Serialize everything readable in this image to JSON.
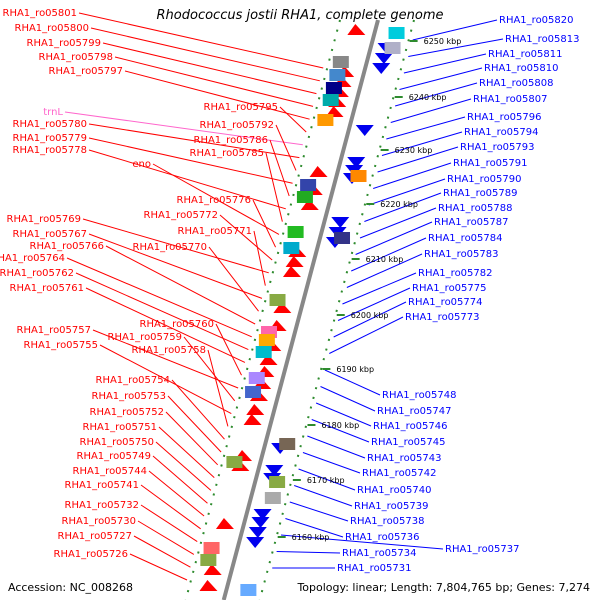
{
  "title": "Rhodococcus jostii RHA1, complete genome",
  "footer": {
    "accession": "Accession: NC_008268",
    "summary": "Topology: linear; Length: 7,804,765 bp; Genes: 7,274"
  },
  "colors": {
    "left_gene": "#ff0000",
    "right_gene": "#0000ff",
    "trna": "#ff66cc",
    "axis": "#888888"
  },
  "kbp_marks": [
    "6250 kbp",
    "6240 kbp",
    "6230 kbp",
    "6220 kbp",
    "6210 kbp",
    "6200 kbp",
    "6190 kbp",
    "6180 kbp",
    "6170 kbp",
    "6160 kbp"
  ],
  "left_labels": [
    "RHA1_ro05801",
    "RHA1_ro05800",
    "RHA1_ro05799",
    "RHA1_ro05798",
    "RHA1_ro05797",
    "RHA1_ro05795",
    "trnL",
    "RHA1_ro05780",
    "RHA1_ro05792",
    "RHA1_ro05779",
    "RHA1_ro05786",
    "RHA1_ro05778",
    "RHA1_ro05785",
    "eno",
    "RHA1_ro05776",
    "RHA1_ro05772",
    "RHA1_ro05769",
    "RHA1_ro05771",
    "RHA1_ro05767",
    "RHA1_ro05770",
    "RHA1_ro05766",
    "RHA1_ro05764",
    "RHA1_ro05762",
    "RHA1_ro05761",
    "RHA1_ro05760",
    "RHA1_ro05757",
    "RHA1_ro05759",
    "RHA1_ro05755",
    "RHA1_ro05758",
    "RHA1_ro05754",
    "RHA1_ro05753",
    "RHA1_ro05752",
    "RHA1_ro05751",
    "RHA1_ro05750",
    "RHA1_ro05749",
    "RHA1_ro05744",
    "RHA1_ro05741",
    "RHA1_ro05732",
    "RHA1_ro05730",
    "RHA1_ro05727",
    "RHA1_ro05726"
  ],
  "right_labels": [
    "RHA1_ro05820",
    "RHA1_ro05813",
    "RHA1_ro05811",
    "RHA1_ro05810",
    "RHA1_ro05808",
    "RHA1_ro05807",
    "RHA1_ro05796",
    "RHA1_ro05794",
    "RHA1_ro05793",
    "RHA1_ro05791",
    "RHA1_ro05790",
    "RHA1_ro05789",
    "RHA1_ro05788",
    "RHA1_ro05787",
    "RHA1_ro05784",
    "RHA1_ro05783",
    "RHA1_ro05782",
    "RHA1_ro05775",
    "RHA1_ro05774",
    "RHA1_ro05773",
    "RHA1_ro05748",
    "RHA1_ro05747",
    "RHA1_ro05746",
    "RHA1_ro05745",
    "RHA1_ro05743",
    "RHA1_ro05742",
    "RHA1_ro05740",
    "RHA1_ro05739",
    "RHA1_ro05738",
    "RHA1_ro05736",
    "RHA1_ro05737",
    "RHA1_ro05734",
    "RHA1_ro05731"
  ]
}
